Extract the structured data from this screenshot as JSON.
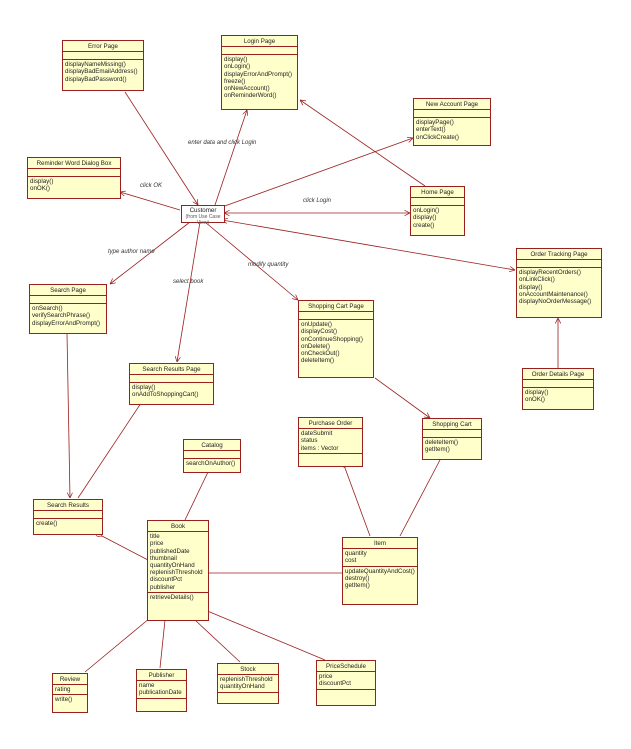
{
  "classes": {
    "error_page": {
      "name": "Error Page",
      "attrs": [],
      "ops": [
        "displayNameMissing()",
        "displayBadEmailAddress()",
        "displayBadPassword()"
      ]
    },
    "login_page": {
      "name": "Login Page",
      "attrs": [],
      "ops": [
        "display()",
        "onLogin()",
        "displayErrorAndPrompt()",
        "freeze()",
        "onNewAccount()",
        "onReminderWord()"
      ]
    },
    "new_account_page": {
      "name": "New Account Page",
      "attrs": [],
      "ops": [
        "displayPage()",
        "enterText()",
        "onClickCreate()"
      ]
    },
    "reminder_word_dialog": {
      "name": "Reminder Word Dialog Box",
      "attrs": [],
      "ops": [
        "display()",
        "onOK()"
      ]
    },
    "home_page": {
      "name": "Home Page",
      "attrs": [],
      "ops": [
        "onLogin()",
        "display()",
        "create()"
      ]
    },
    "order_tracking_page": {
      "name": "Order Tracking Page",
      "attrs": [],
      "ops": [
        "displayRecentOrders()",
        "onLinkClick()",
        "display()",
        "onAccountMaintenance()",
        "displayNoOrderMessage()"
      ]
    },
    "search_page": {
      "name": "Search Page",
      "attrs": [],
      "ops": [
        "onSearch()",
        "verifySearchPhrase()",
        "displayErrorAndPrompt()"
      ]
    },
    "shopping_cart_page": {
      "name": "Shopping Cart Page",
      "attrs": [],
      "ops": [
        "onUpdate()",
        "displayCost()",
        "onContinueShopping()",
        "onDelete()",
        "onCheckOut()",
        "deleteItem()"
      ]
    },
    "search_results_page": {
      "name": "Search Results Page",
      "attrs": [],
      "ops": [
        "display()",
        "onAddToShoppingCart()"
      ]
    },
    "order_details_page": {
      "name": "Order Details Page",
      "attrs": [],
      "ops": [
        "display()",
        "onOK()"
      ]
    },
    "purchase_order": {
      "name": "Purchase Order",
      "attrs": [
        "dateSubmit",
        "status",
        "items : Vector"
      ],
      "ops": []
    },
    "shopping_cart": {
      "name": "Shopping Cart",
      "attrs": [],
      "ops": [
        "deleteItem()",
        "getItem()"
      ]
    },
    "catalog": {
      "name": "Catalog",
      "attrs": [],
      "ops": [
        "searchOnAuthor()"
      ]
    },
    "search_results": {
      "name": "Search Results",
      "attrs": [],
      "ops": [
        "create()"
      ]
    },
    "book": {
      "name": "Book",
      "attrs": [
        "title",
        "price",
        "publishedDate",
        "thumbnail",
        "quantityOnHand",
        "replenishThreshold",
        "discountPct",
        "publisher"
      ],
      "ops": [
        "retrieveDetails()"
      ]
    },
    "item": {
      "name": "Item",
      "attrs": [
        "quantity",
        "cost"
      ],
      "ops": [
        "updateQuantityAndCost()",
        "destroy()",
        "getItem()"
      ]
    },
    "review": {
      "name": "Review",
      "attrs": [
        "rating"
      ],
      "ops": [
        "write()"
      ]
    },
    "publisher": {
      "name": "Publisher",
      "attrs": [
        "name",
        "publicationDate"
      ],
      "ops": []
    },
    "stock": {
      "name": "Stock",
      "attrs": [
        "replenishThreshold",
        "quantityOnHand"
      ],
      "ops": []
    },
    "price_schedule": {
      "name": "PriceSchedule",
      "attrs": [
        "price",
        "discountPct"
      ],
      "ops": []
    }
  },
  "actor": {
    "name": "Customer",
    "stereotype": "(from Use Case View)"
  },
  "edge_labels": {
    "enter_data": "enter data and click Login",
    "click_ok": "click OK",
    "click_login": "click Login",
    "type_author": "type author name",
    "modify_quantity": "modify quantity",
    "select_book": "select book"
  },
  "colors": {
    "box_fill": "#ffffcc",
    "box_border": "#9a1f1f",
    "line": "#9a1f1f"
  }
}
